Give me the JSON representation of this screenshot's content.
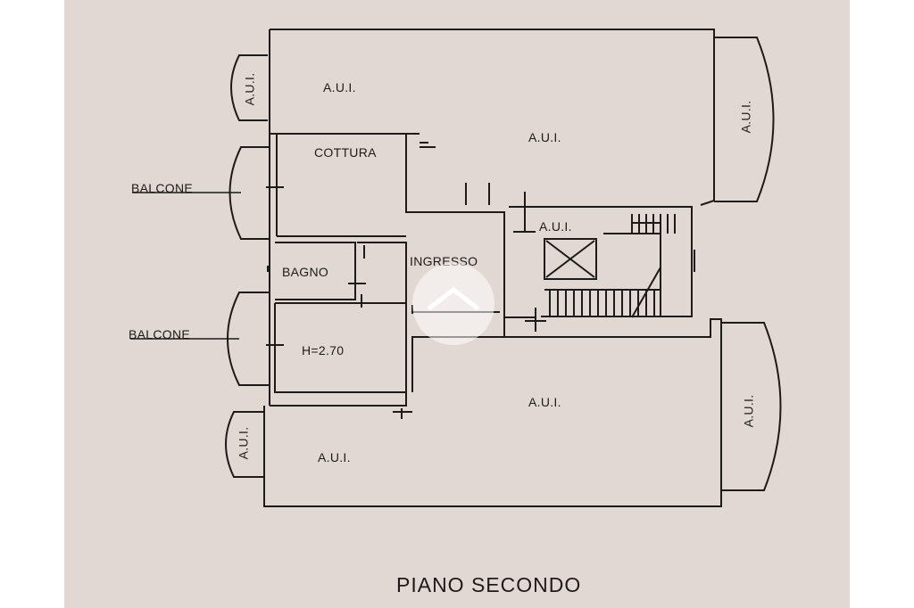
{
  "plan": {
    "title": "PIANO SECONDO",
    "labels": {
      "aui_nw_room": "A.U.I.",
      "aui_north_main": "A.U.I.",
      "aui_center_stair": "A.U.I.",
      "aui_south_main": "A.U.I.",
      "aui_sw_room": "A.U.I.",
      "aui_balcony_nw": "A.U.I.",
      "aui_balcony_sw": "A.U.I.",
      "aui_balcony_ne": "A.U.I.",
      "aui_balcony_se": "A.U.I.",
      "cottura": "COTTURA",
      "ingresso": "INGRESSO",
      "bagno": "BAGNO",
      "height_room": "H=2.70",
      "balcone_upper": "BALCONE",
      "balcone_lower": "BALCONE"
    }
  },
  "colors": {
    "paper": "#e2d8d3",
    "ink": "#1d1a19"
  }
}
